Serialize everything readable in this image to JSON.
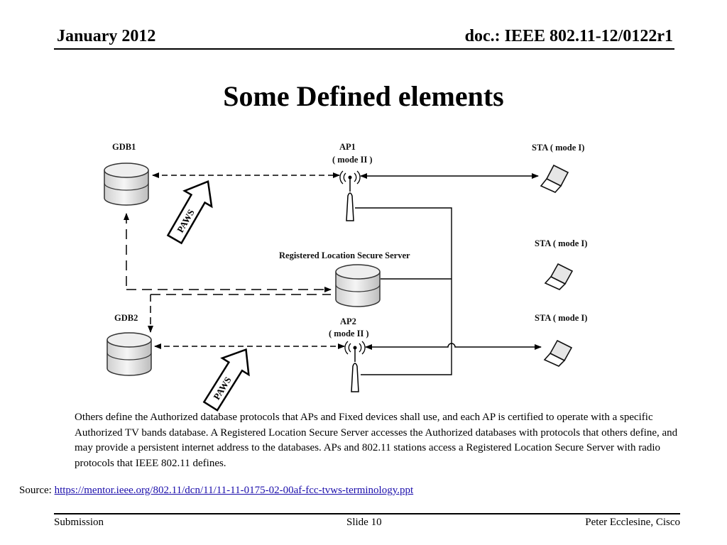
{
  "header": {
    "date": "January 2012",
    "doc_id": "doc.: IEEE 802.11-12/0122r1"
  },
  "slide": {
    "title": "Some Defined elements"
  },
  "diagram": {
    "gdb1_label": "GDB1",
    "gdb2_label": "GDB2",
    "ap1_label": "AP1",
    "ap1_mode": "(  mode II  )",
    "ap2_label": "AP2",
    "ap2_mode": "( mode II )",
    "sta1_label": "STA ( mode I)",
    "sta2_label": "STA ( mode I)",
    "sta3_label": "STA ( mode I)",
    "rlss_label": "Registered Location Secure Server",
    "paws_upper": "PAWS",
    "paws_lower": "PAWS"
  },
  "body": {
    "paragraph": "Others define the Authorized database protocols that APs and Fixed devices shall use, and each AP is certified to operate with a specific Authorized TV bands database. A Registered Location Secure Server accesses the Authorized databases with protocols that others define, and may provide a persistent internet address to the databases. APs and 802.11 stations access a Registered Location Secure Server with radio protocols that IEEE 802.11 defines."
  },
  "source": {
    "label": "Source: ",
    "link_text": "https://mentor.ieee.org/802.11/dcn/11/11-11-0175-02-00af-fcc-tvws-terminology.ppt"
  },
  "footer": {
    "left": "Submission",
    "center": "Slide 10",
    "right": "Peter Ecclesine, Cisco"
  }
}
